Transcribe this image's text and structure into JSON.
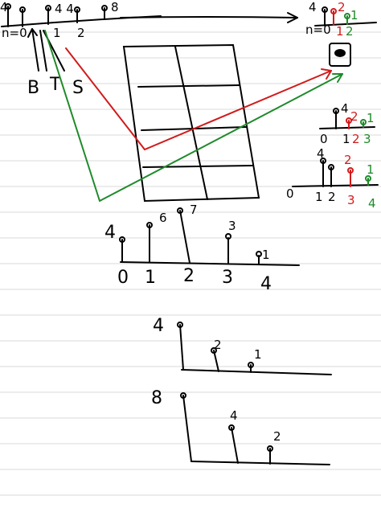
{
  "colors": {
    "ink": "#000000",
    "red": "#d11b1b",
    "green": "#1f8a2a",
    "rule": "#d9d9d9"
  },
  "top_left": {
    "n_label": "n=0",
    "idx_1": "1",
    "idx_2": "2",
    "val_4": "4",
    "val_44": "4 4",
    "val_8": "8",
    "bts_b": "B",
    "bts_t": "T",
    "bts_s": "S"
  },
  "top_right": {
    "n_label": "n=0",
    "val_4": "4",
    "red_val": "2",
    "green_val": "1",
    "idx_1": "1",
    "idx_2": "2"
  },
  "right_small_1": {
    "val_4": "4",
    "val_2": "2",
    "val_1": "1",
    "ticks": [
      "0",
      "1",
      "2",
      "3"
    ]
  },
  "right_small_2": {
    "val_4": "4",
    "val_2": "2",
    "val_1": "1",
    "ticks": [
      "0",
      "1",
      "2",
      "3",
      "4"
    ]
  },
  "mid_plot": {
    "vals": [
      "4",
      "6",
      "7",
      "3",
      "1"
    ],
    "ticks": [
      "0",
      "1",
      "2",
      "3",
      "4"
    ]
  },
  "lower_plot_1": {
    "vals": [
      "4",
      "2",
      "1"
    ]
  },
  "lower_plot_2": {
    "vals": [
      "8",
      "4",
      "2"
    ]
  }
}
